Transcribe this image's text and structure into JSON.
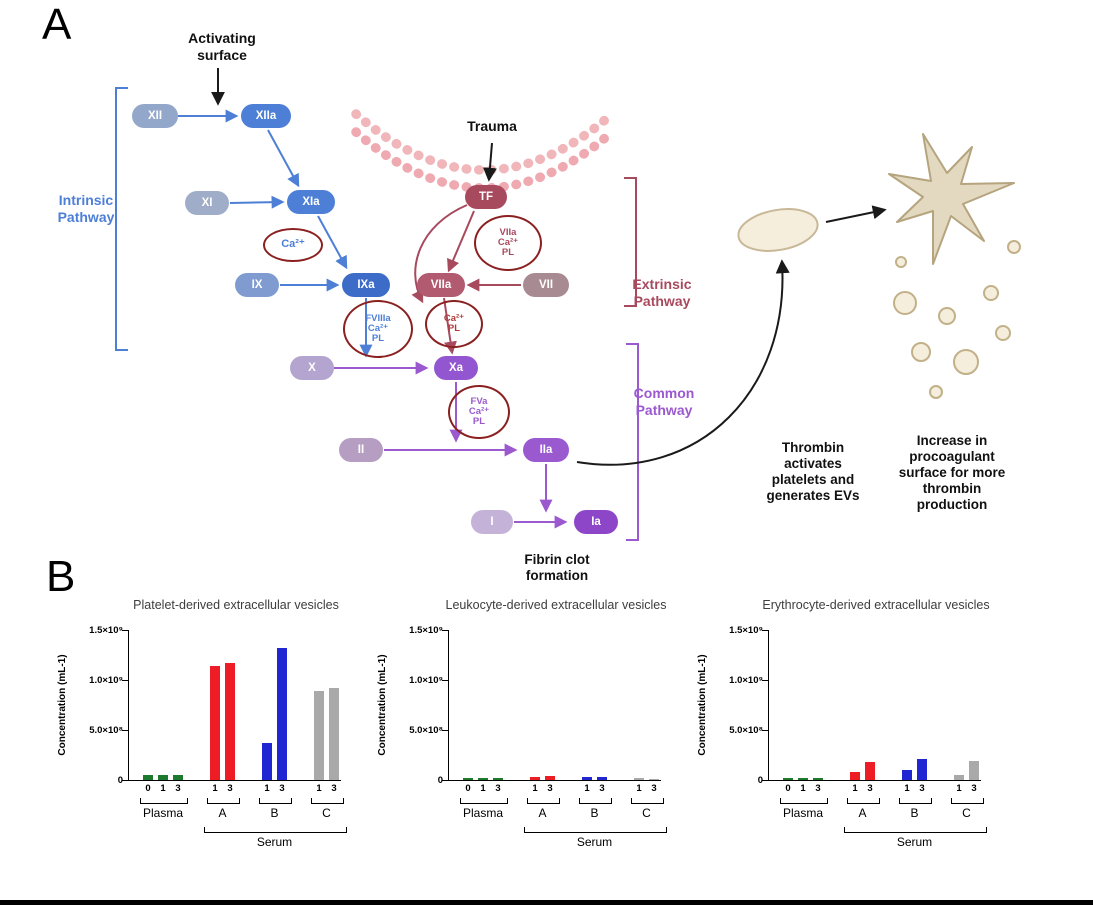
{
  "figure": {
    "panelA": {
      "label": "A",
      "activating_surface": "Activating\nsurface",
      "trauma": "Trauma",
      "pathway_labels": {
        "intrinsic": "Intrinsic\nPathway",
        "extrinsic": "Extrinsic\nPathway",
        "common": "Common\nPathway"
      },
      "nodes": {
        "xii": "XII",
        "xiia": "XIIa",
        "xi": "XI",
        "xia": "XIa",
        "ix": "IX",
        "ixa": "IXa",
        "tf": "TF",
        "viia": "VIIa",
        "vii": "VII",
        "x": "X",
        "xa": "Xa",
        "ii": "II",
        "iia": "IIa",
        "i": "I",
        "ia": "Ia"
      },
      "cofactors": {
        "ca": "Ca²⁺",
        "viia_ca_pl": "VIIa\nCa²⁺\nPL",
        "fviiia_ca_pl": "FVIIIa\nCa²⁺\nPL",
        "ca_pl": "Ca²⁺\nPL",
        "fva_ca_pl": "FVa\nCa²⁺\nPL"
      },
      "annotations": {
        "thrombin_note": "Thrombin\nactivates\nplatelets and\ngenerates EVs",
        "increase_note": "Increase in\nprocoagulant\nsurface for more\nthrombin\nproduction",
        "fibrin_note": "Fibrin clot\nformation"
      },
      "colors": {
        "intrinsic_blue": "#4d7fd6",
        "extrinsic_red": "#a84a5e",
        "common_purple": "#9b59d0",
        "cofactor_outline": "#8b2020",
        "membrane_pink": "#f0b6ba",
        "platelet_beige": "#f5eedd"
      }
    },
    "panelB": {
      "label": "B"
    }
  },
  "chart_data": [
    {
      "type": "bar",
      "title": "Platelet-derived extracellular vesicles",
      "ylabel": "Concentration (mL-1)",
      "ylim": [
        0,
        1500000000.0
      ],
      "yticks": [
        "0",
        "5.0×10⁸",
        "1.0×10⁹",
        "1.5×10⁹"
      ],
      "serum_label": "Serum",
      "groups": [
        {
          "label": "Plasma",
          "color": "#1d7a2c",
          "bars": [
            {
              "tick": "0",
              "value": 55000000.0
            },
            {
              "tick": "1",
              "value": 50000000.0
            },
            {
              "tick": "3",
              "value": 50000000.0
            }
          ]
        },
        {
          "label": "A",
          "color": "#ee1c25",
          "bars": [
            {
              "tick": "1",
              "value": 1140000000.0
            },
            {
              "tick": "3",
              "value": 1170000000.0
            }
          ]
        },
        {
          "label": "B",
          "color": "#2026d2",
          "bars": [
            {
              "tick": "1",
              "value": 370000000.0
            },
            {
              "tick": "3",
              "value": 1320000000.0
            }
          ]
        },
        {
          "label": "C",
          "color": "#a9a9a9",
          "bars": [
            {
              "tick": "1",
              "value": 890000000.0
            },
            {
              "tick": "3",
              "value": 920000000.0
            }
          ]
        }
      ]
    },
    {
      "type": "bar",
      "title": "Leukocyte-derived extracellular vesicles",
      "ylabel": "Concentration (mL-1)",
      "ylim": [
        0,
        1500000000.0
      ],
      "yticks": [
        "0",
        "5.0×10⁸",
        "1.0×10⁹",
        "1.5×10⁹"
      ],
      "serum_label": "Serum",
      "groups": [
        {
          "label": "Plasma",
          "color": "#1d7a2c",
          "bars": [
            {
              "tick": "0",
              "value": 20000000.0
            },
            {
              "tick": "1",
              "value": 20000000.0
            },
            {
              "tick": "3",
              "value": 20000000.0
            }
          ]
        },
        {
          "label": "A",
          "color": "#ee1c25",
          "bars": [
            {
              "tick": "1",
              "value": 30000000.0
            },
            {
              "tick": "3",
              "value": 40000000.0
            }
          ]
        },
        {
          "label": "B",
          "color": "#2026d2",
          "bars": [
            {
              "tick": "1",
              "value": 30000000.0
            },
            {
              "tick": "3",
              "value": 35000000.0
            }
          ]
        },
        {
          "label": "C",
          "color": "#a9a9a9",
          "bars": [
            {
              "tick": "1",
              "value": 20000000.0
            },
            {
              "tick": "3",
              "value": 15000000.0
            }
          ]
        }
      ]
    },
    {
      "type": "bar",
      "title": "Erythrocyte-derived extracellular vesicles",
      "ylabel": "Concentration (mL-1)",
      "ylim": [
        0,
        1500000000.0
      ],
      "yticks": [
        "0",
        "5.0×10⁸",
        "1.0×10⁹",
        "1.5×10⁹"
      ],
      "serum_label": "Serum",
      "groups": [
        {
          "label": "Plasma",
          "color": "#1d7a2c",
          "bars": [
            {
              "tick": "0",
              "value": 20000000.0
            },
            {
              "tick": "1",
              "value": 20000000.0
            },
            {
              "tick": "3",
              "value": 25000000.0
            }
          ]
        },
        {
          "label": "A",
          "color": "#ee1c25",
          "bars": [
            {
              "tick": "1",
              "value": 80000000.0
            },
            {
              "tick": "3",
              "value": 180000000.0
            }
          ]
        },
        {
          "label": "B",
          "color": "#2026d2",
          "bars": [
            {
              "tick": "1",
              "value": 100000000.0
            },
            {
              "tick": "3",
              "value": 210000000.0
            }
          ]
        },
        {
          "label": "C",
          "color": "#a9a9a9",
          "bars": [
            {
              "tick": "1",
              "value": 50000000.0
            },
            {
              "tick": "3",
              "value": 190000000.0
            }
          ]
        }
      ]
    }
  ]
}
